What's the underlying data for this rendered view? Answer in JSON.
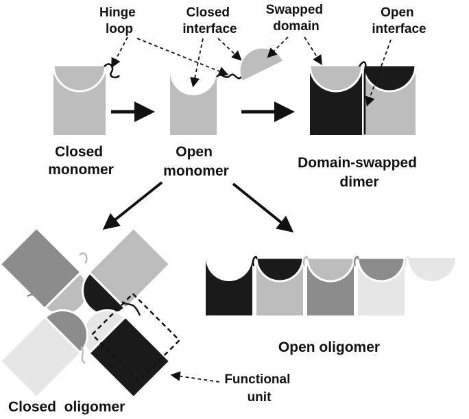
{
  "colors": {
    "light": "#bdbdbd",
    "mid": "#8c8c8c",
    "dark": "#1a1a1a",
    "pale": "#e6e6e6",
    "edge": "#ffffff",
    "ink": "#111111"
  },
  "labels": {
    "hinge_loop": [
      "Hinge",
      "loop"
    ],
    "closed_interface": [
      "Closed",
      "interface"
    ],
    "swapped_domain": [
      "Swapped",
      "domain"
    ],
    "open_interface": [
      "Open",
      "interface"
    ],
    "closed_monomer": [
      "Closed",
      "monomer"
    ],
    "open_monomer": [
      "Open",
      "monomer"
    ],
    "domain_swapped_dimer": [
      "Domain-swapped",
      "dimer"
    ],
    "open_oligomer": "Open oligomer",
    "closed_oligomer": "Closed  oligomer",
    "functional_unit": [
      "Functional",
      "unit"
    ]
  }
}
